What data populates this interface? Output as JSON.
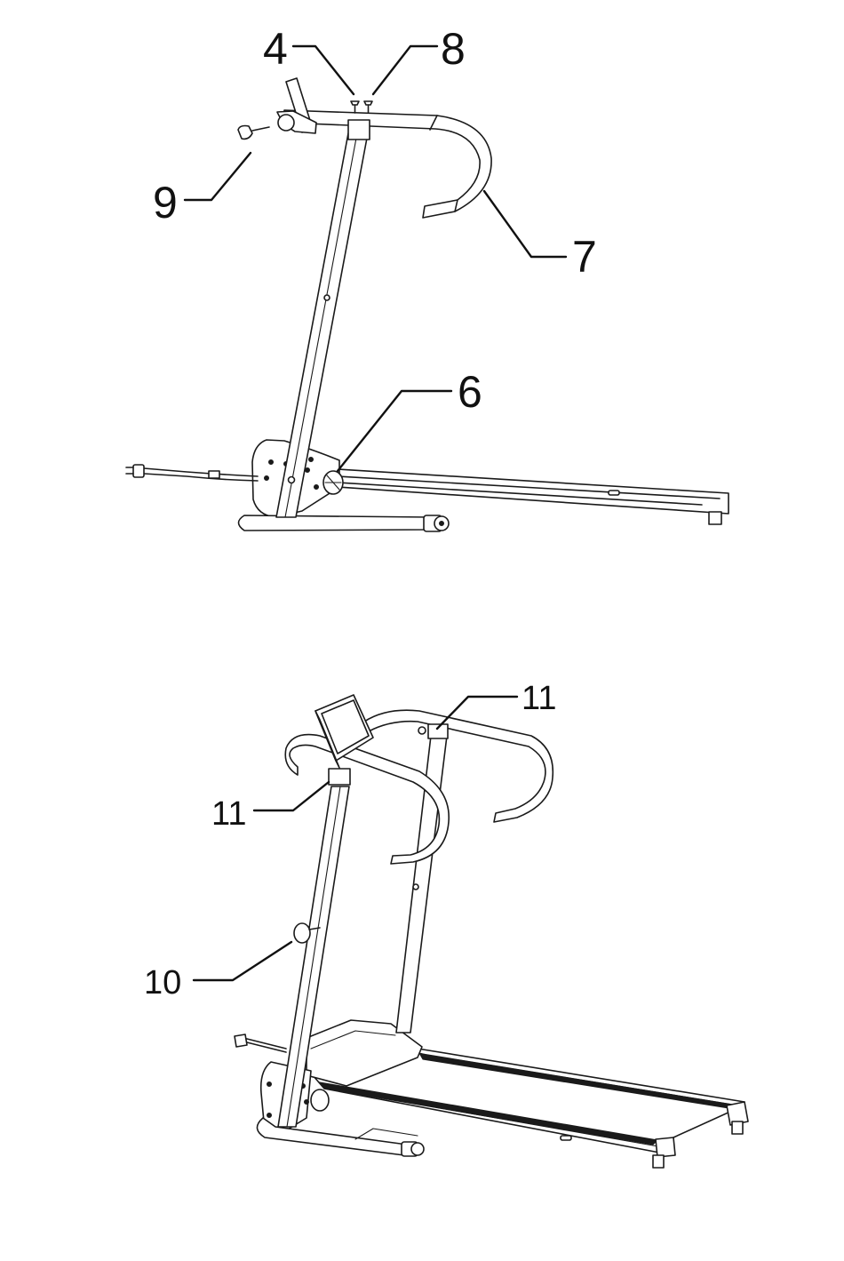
{
  "callouts": {
    "top": [
      {
        "id": "part-4",
        "label": "4"
      },
      {
        "id": "part-8",
        "label": "8"
      },
      {
        "id": "part-9",
        "label": "9"
      },
      {
        "id": "part-7",
        "label": "7"
      },
      {
        "id": "part-6",
        "label": "6"
      }
    ],
    "bottom": [
      {
        "id": "part-11-upper",
        "label": "11"
      },
      {
        "id": "part-11-lower",
        "label": "11"
      },
      {
        "id": "part-10",
        "label": "10"
      }
    ]
  }
}
